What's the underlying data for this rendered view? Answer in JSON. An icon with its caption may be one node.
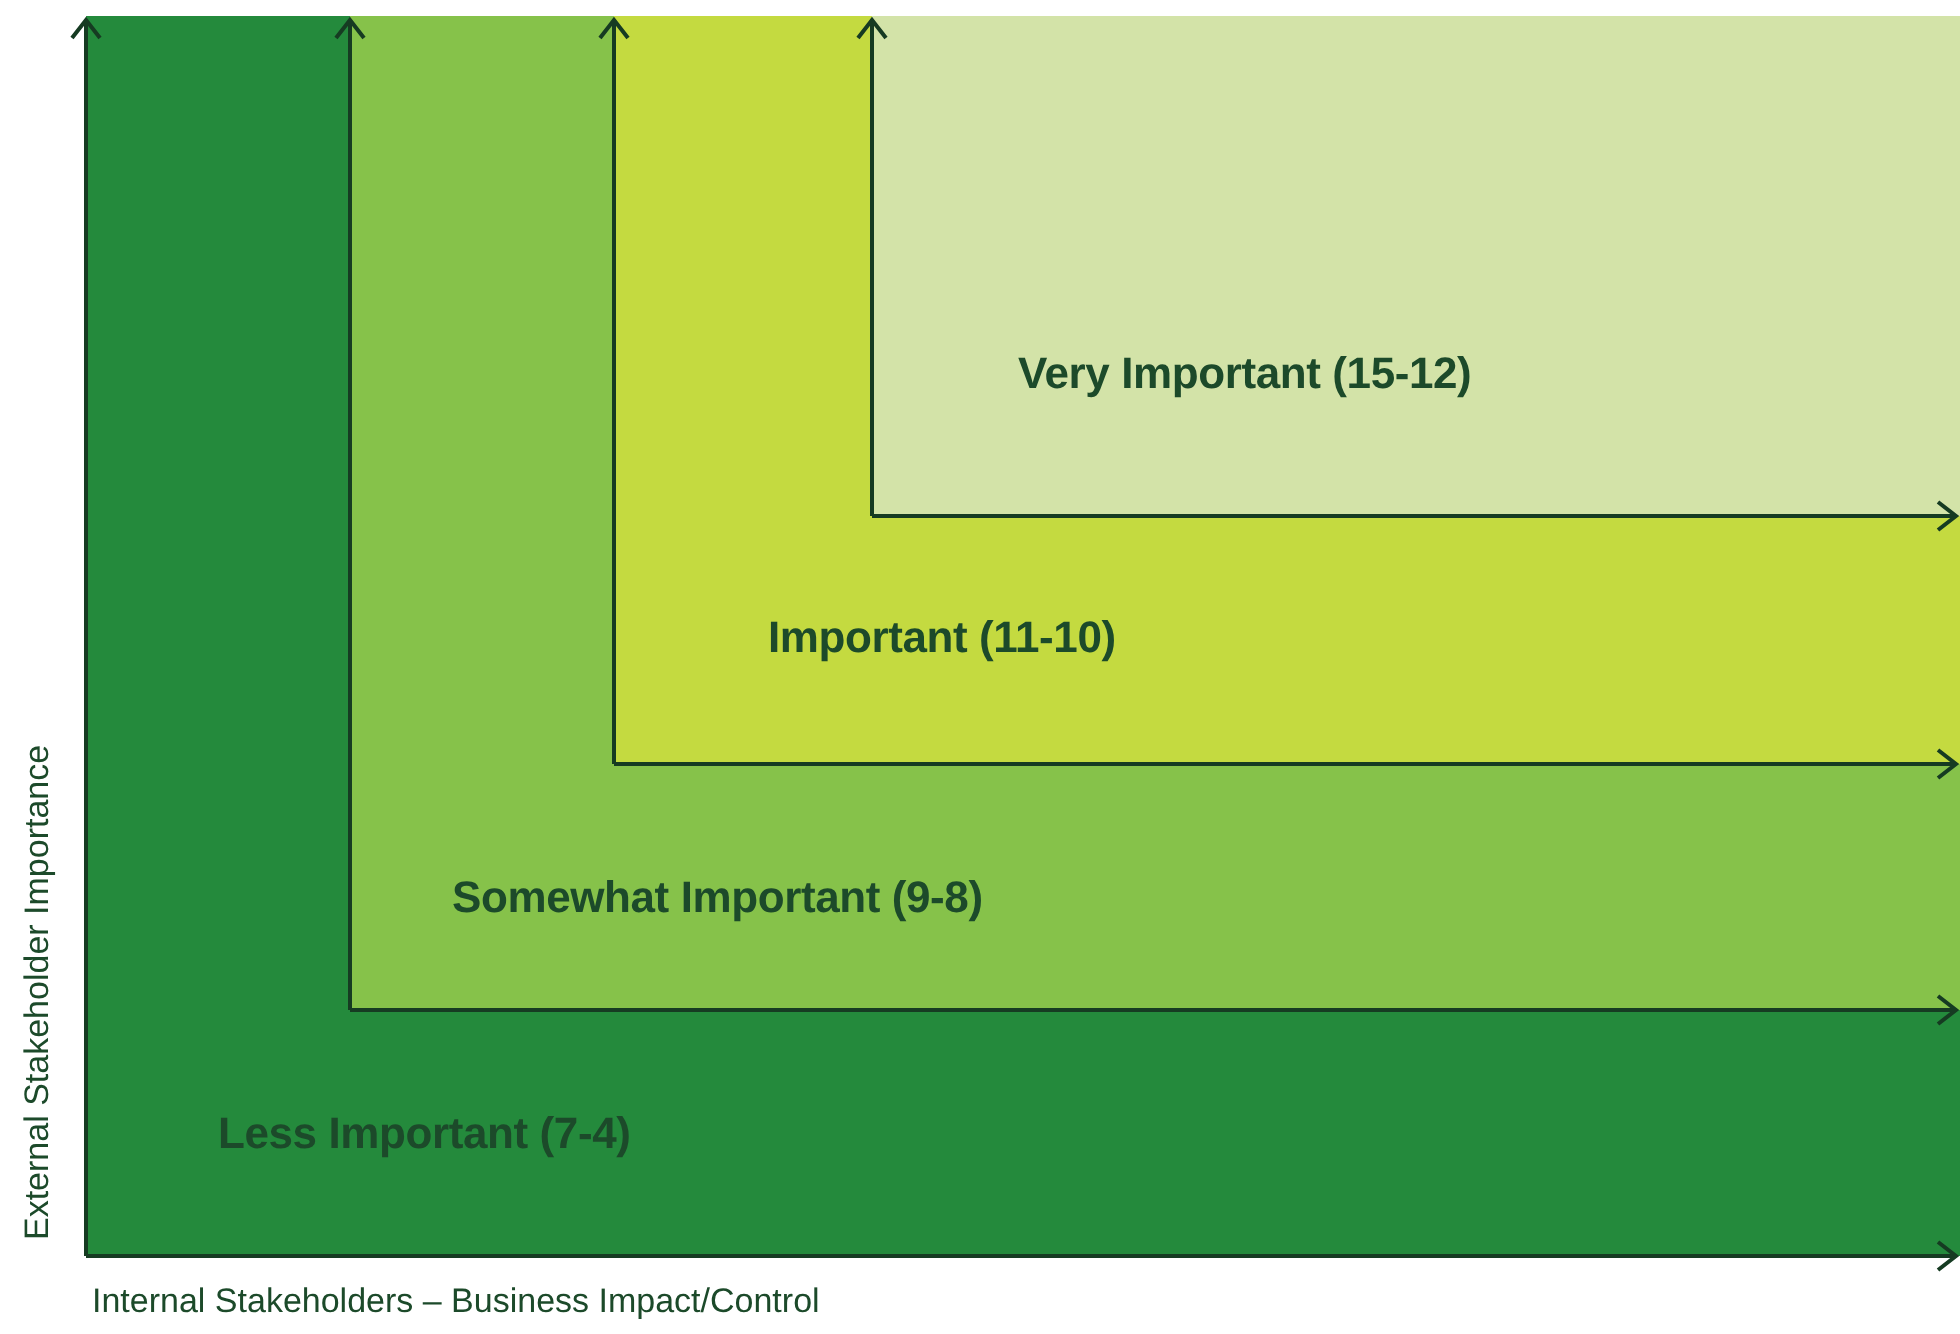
{
  "diagram": {
    "nodes": [
      {
        "text": [
          "Less Important (7-4)"
        ]
      },
      {
        "text": [
          "Somewhat Important (9-8)"
        ],
        "in": 0
      },
      {
        "text": [
          "Important (11-10)"
        ],
        "in": 1
      },
      {
        "text": [
          "Very Important (15-12)"
        ],
        "in": 2
      }
    ],
    "edges": [],
    "labels": [
      "External Stakeholder Importance",
      "Internal Stakeholders – Business Impact/Control"
    ]
  }
}
